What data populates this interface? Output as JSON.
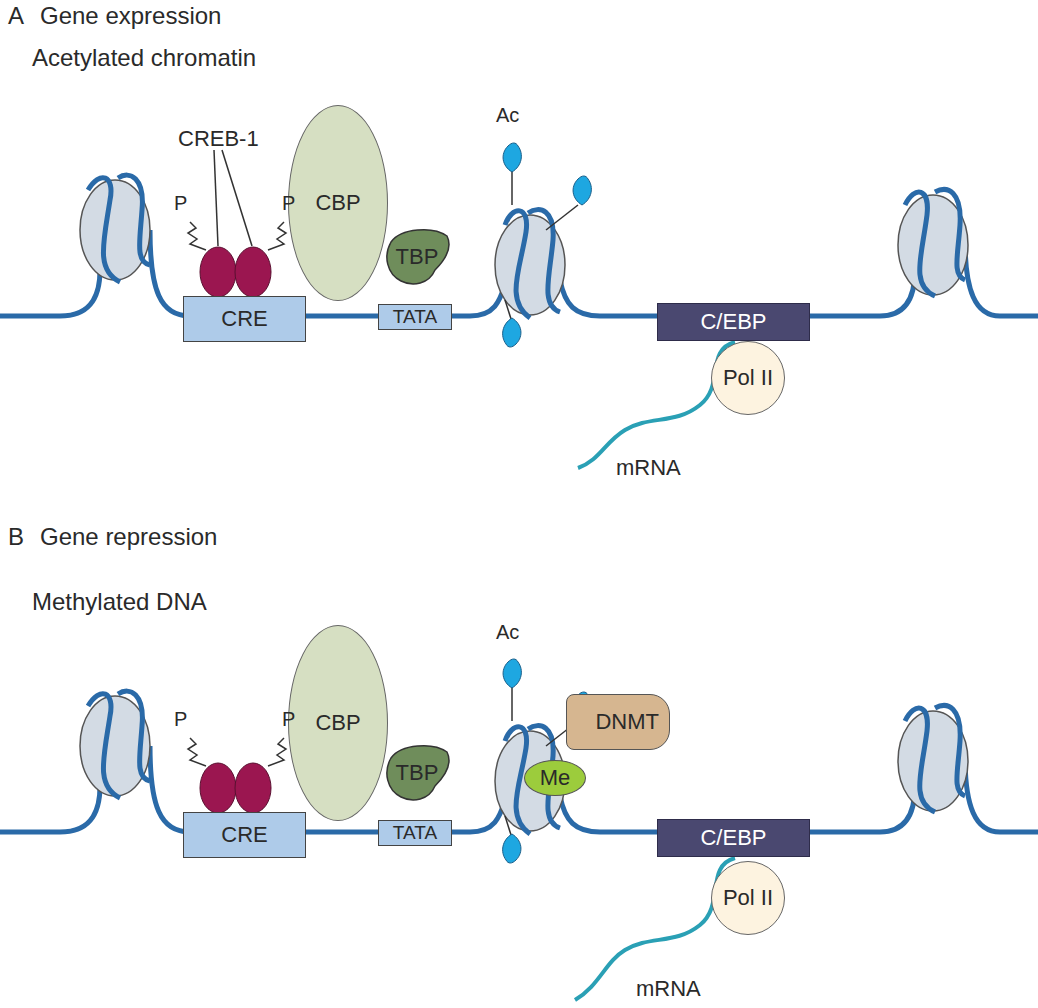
{
  "diagram": {
    "nodes": [
      {
        "text": [
          "CBP"
        ]
      },
      {
        "text": [
          "TBP"
        ]
      },
      {
        "text": [
          "CRE"
        ]
      },
      {
        "text": [
          "TATA"
        ]
      },
      {
        "text": [
          "C/EBP"
        ]
      },
      {
        "text": [
          "Pol II"
        ]
      },
      {
        "text": [
          "CBP"
        ]
      },
      {
        "text": [
          "TBP"
        ]
      },
      {
        "text": [
          "DNMT"
        ]
      },
      {
        "text": [
          "Me"
        ]
      },
      {
        "text": [
          "CRE"
        ]
      },
      {
        "text": [
          "TATA"
        ]
      },
      {
        "text": [
          "C/EBP"
        ]
      },
      {
        "text": [
          "Pol II"
        ]
      }
    ],
    "labels": [
      "A",
      "Gene expression",
      "Acetylated chromatin",
      "CREB-1",
      "P",
      "P",
      "Ac",
      "mRNA",
      "B",
      "Gene repression",
      "Methylated DNA",
      "P",
      "P",
      "Ac",
      "mRNA"
    ]
  }
}
